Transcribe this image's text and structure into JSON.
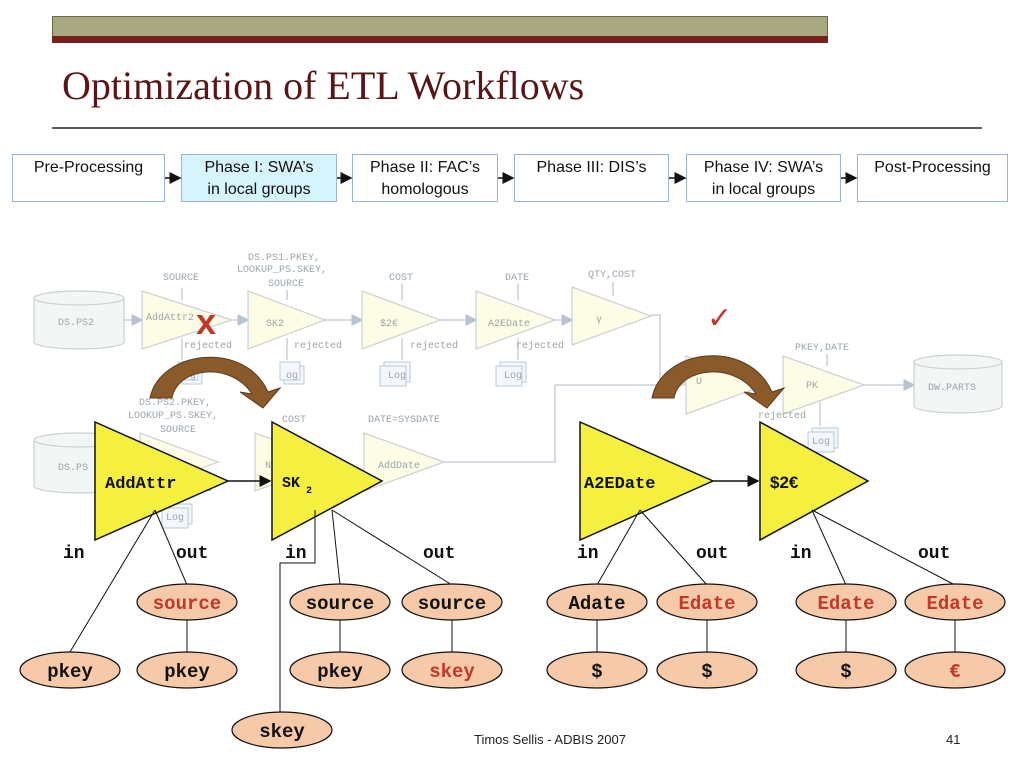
{
  "slide": {
    "title": "Optimization of ETL Workflows",
    "footer_left": "Timos Sellis - ADBIS 2007",
    "page_number": "41"
  },
  "phases": [
    {
      "label": "Pre-Processing",
      "highlighted": false
    },
    {
      "label": "Phase I: SWA’s\nin local groups",
      "highlighted": true
    },
    {
      "label": "Phase II: FAC’s\nhomologous",
      "highlighted": false
    },
    {
      "label": "Phase III: DIS’s",
      "highlighted": false
    },
    {
      "label": "Phase IV: SWA’s\nin local groups",
      "highlighted": false
    },
    {
      "label": "Post-Processing",
      "highlighted": false
    }
  ],
  "background_workflow": {
    "datastores": [
      "DS.PS2",
      "DS.PS",
      "DW.PARTS"
    ],
    "activities": [
      "AddAttr2",
      "SK2",
      "$2€",
      "A2EDate",
      "γ",
      "U",
      "PK",
      "NN",
      "AddDate"
    ],
    "param_labels": {
      "source": "SOURCE",
      "pkey_lookup_1": "DS.PS1.PKEY,\nLOOKUP_PS.SKEY,\nSOURCE",
      "cost": "COST",
      "date": "DATE",
      "qty_cost": "QTY,COST",
      "pkey_date": "PKEY,DATE",
      "pkey_lookup_2": "DS.PS2.PKEY,\nLOOKUP_PS.SKEY,\nSOURCE",
      "cost_2": "COST",
      "date_sysdate": "DATE=SYSDATE"
    },
    "rejected_label": "rejected",
    "log_label": "Log",
    "reject_mark": "x",
    "accept_mark": "✓"
  },
  "foreground": {
    "activities": {
      "addattr": "AddAttr",
      "sk2": "SK",
      "sk2_sub": "2",
      "a2edate": "A2EDate",
      "d2e": "$2€"
    },
    "in_label": "in",
    "out_label": "out",
    "attributes": {
      "source": "source",
      "pkey": "pkey",
      "skey": "skey",
      "adate": "Adate",
      "edate": "Edate",
      "dollar": "$",
      "euro": "€"
    }
  },
  "colors": {
    "title": "#5a1616",
    "topbar": "#a7a880",
    "topbar_accent": "#7a1e1e",
    "phase_highlight": "#d6f4fb",
    "activity_fill": "#f5f040",
    "attribute_fill": "#f6c9a8",
    "attribute_text_dark": "#111111",
    "attribute_text_highlight": "#c0392b",
    "faded": "#b8c3cc",
    "curve_arrow": "#8a5a2b"
  }
}
